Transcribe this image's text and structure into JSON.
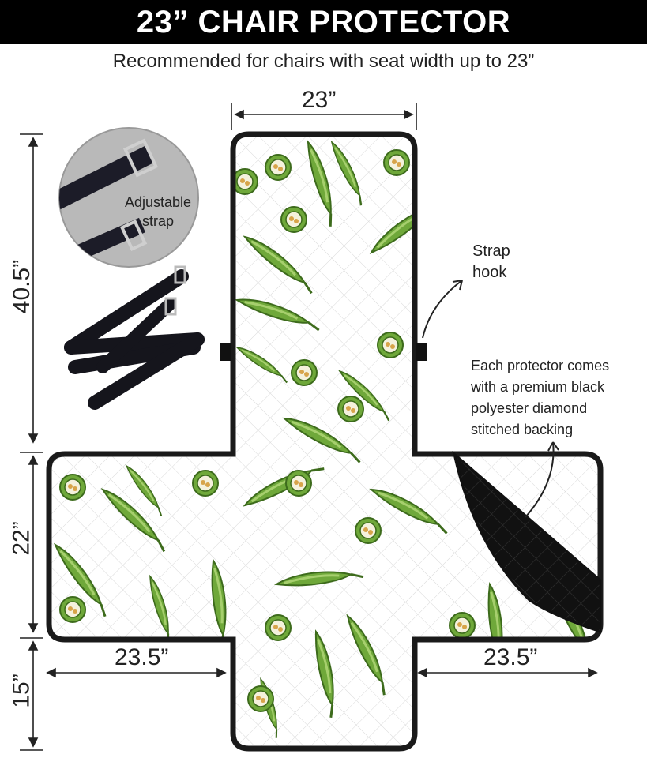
{
  "banner": {
    "title": "23” CHAIR PROTECTOR"
  },
  "subtitle": "Recommended for chairs with seat width up to 23”",
  "dimensions": {
    "top_width": "23”",
    "back_height": "40.5”",
    "seat_height": "22”",
    "skirt_height": "15”",
    "left_arm": "23.5”",
    "right_arm": "23.5”"
  },
  "strap_callout": {
    "line1": "Adjustable",
    "line2": "strap"
  },
  "hook_callout": {
    "line1": "Strap",
    "line2": "hook"
  },
  "backing_callout": {
    "line1": "Each protector comes",
    "line2": "with a premium black",
    "line3": "polyester diamond",
    "line4": "stitched backing"
  },
  "colors": {
    "banner_bg": "#000000",
    "pepper_green": "#6fa83a",
    "pepper_dark": "#3d6b1c",
    "backing": "#111111",
    "outline": "#1a1a1a"
  }
}
